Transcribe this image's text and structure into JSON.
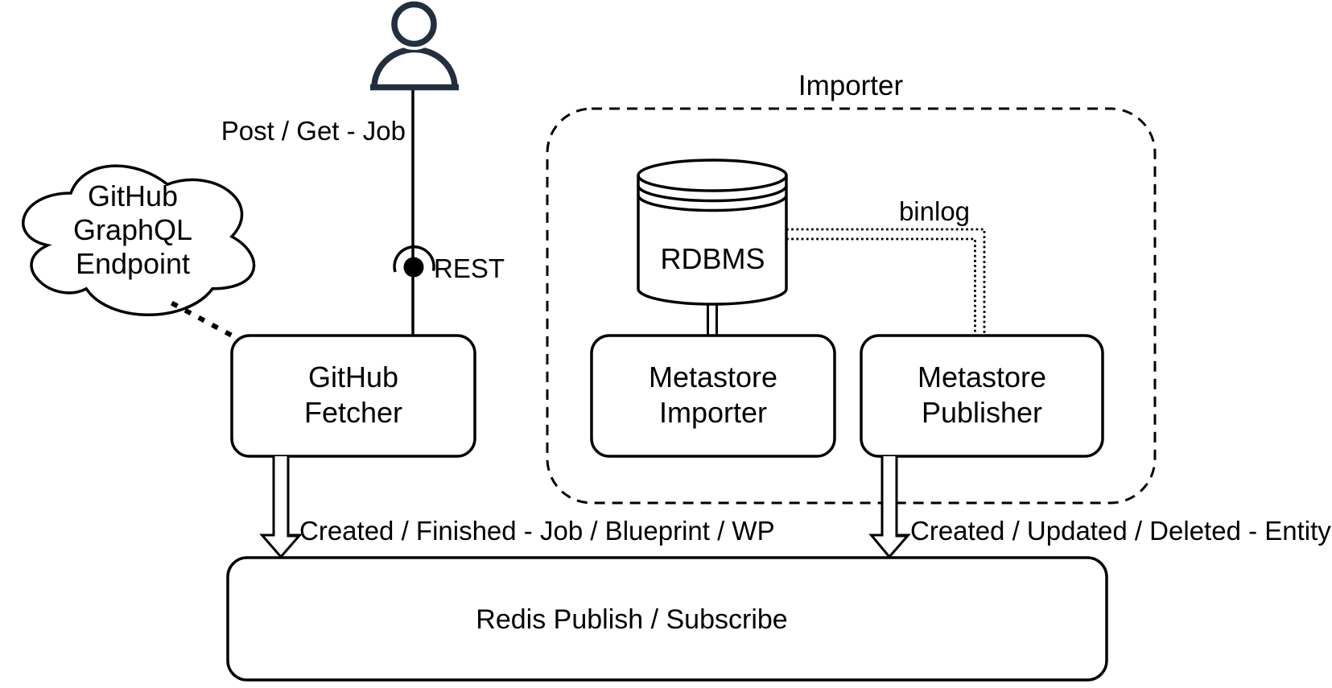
{
  "diagram": {
    "background": "#ffffff",
    "stroke_color": "#000000",
    "actor": {
      "icon": "user-icon",
      "color": "#232f3e"
    },
    "edges": {
      "user_to_fetcher_label": "Post / Get - Job",
      "rest_interface_label": "REST",
      "rest_interface_icon": "ball-and-socket-interface-icon",
      "binlog_label": "binlog",
      "fetcher_to_redis_label": "Created / Finished - Job / Blueprint / WP",
      "publisher_to_redis_label": "Created / Updated / Deleted - Entity"
    },
    "groups": {
      "importer": {
        "label": "Importer"
      }
    },
    "nodes": {
      "cloud": {
        "shape": "cloud",
        "line1": "GitHub",
        "line2": "GraphQL",
        "line3": "Endpoint"
      },
      "github_fetcher": {
        "line1": "GitHub",
        "line2": "Fetcher"
      },
      "rdbms": {
        "shape": "database-cylinder",
        "label": "RDBMS"
      },
      "metastore_importer": {
        "line1": "Metastore",
        "line2": "Importer"
      },
      "metastore_publisher": {
        "line1": "Metastore",
        "line2": "Publisher"
      },
      "redis": {
        "label": "Redis Publish / Subscribe"
      }
    }
  }
}
